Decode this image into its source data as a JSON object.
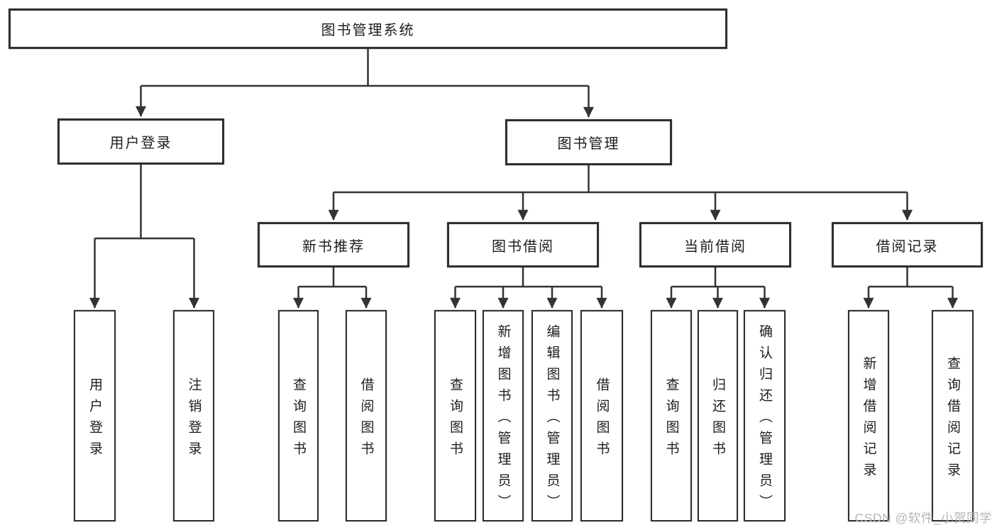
{
  "diagram": {
    "type": "hierarchy-tree",
    "colors": {
      "background": "#ffffff",
      "box_border": "#2f2f2f",
      "connector_line": "#333333",
      "text": "#1d1d1f",
      "watermark_text": "#b7b7b7"
    }
  },
  "tree": {
    "root": {
      "label": "图书管理系统"
    },
    "branches": [
      {
        "label": "用户登录",
        "children": [
          {
            "label": "用户登录"
          },
          {
            "label": "注销登录"
          }
        ]
      },
      {
        "label": "图书管理",
        "children": [
          {
            "label": "新书推荐",
            "children": [
              {
                "label": "查询图书"
              },
              {
                "label": "借阅图书"
              }
            ]
          },
          {
            "label": "图书借阅",
            "children": [
              {
                "label": "查询图书"
              },
              {
                "label": "新增图书（管理员）"
              },
              {
                "label": "编辑图书（管理员）"
              },
              {
                "label": "借阅图书"
              }
            ]
          },
          {
            "label": "当前借阅",
            "children": [
              {
                "label": "查询图书"
              },
              {
                "label": "归还图书"
              },
              {
                "label": "确认归还（管理员）"
              }
            ]
          },
          {
            "label": "借阅记录",
            "children": [
              {
                "label": "新增借阅记录"
              },
              {
                "label": "查询借阅记录"
              }
            ]
          }
        ]
      }
    ]
  },
  "watermark": {
    "text": "CSDN @软件_小贺同学"
  }
}
